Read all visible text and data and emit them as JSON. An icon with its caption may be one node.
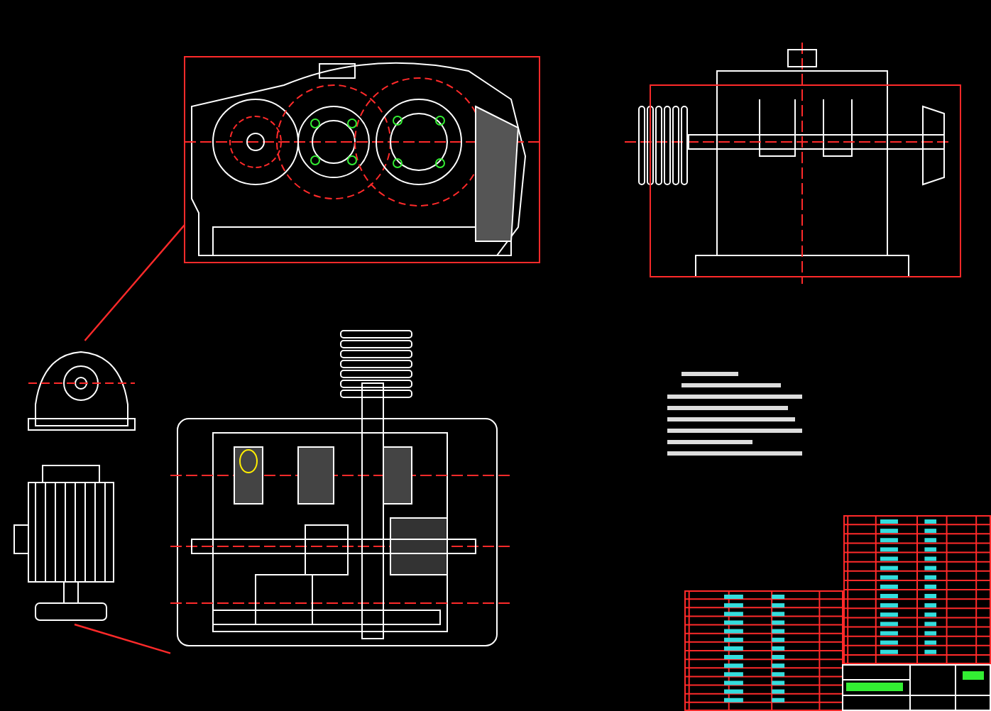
{
  "diagram": {
    "nodes": [
      {
        "text": [],
        "shape": "picture"
      },
      {
        "text": [],
        "shape": "picture"
      },
      {
        "text": [],
        "shape": "picture"
      },
      {
        "text": [],
        "shape": "picture"
      },
      {
        "text": [],
        "shape": "picture"
      }
    ],
    "edges": [
      {
        "from": 2,
        "to": 0,
        "arrow": "none"
      },
      {
        "from": 4,
        "to": 3,
        "arrow": "none"
      }
    ]
  }
}
